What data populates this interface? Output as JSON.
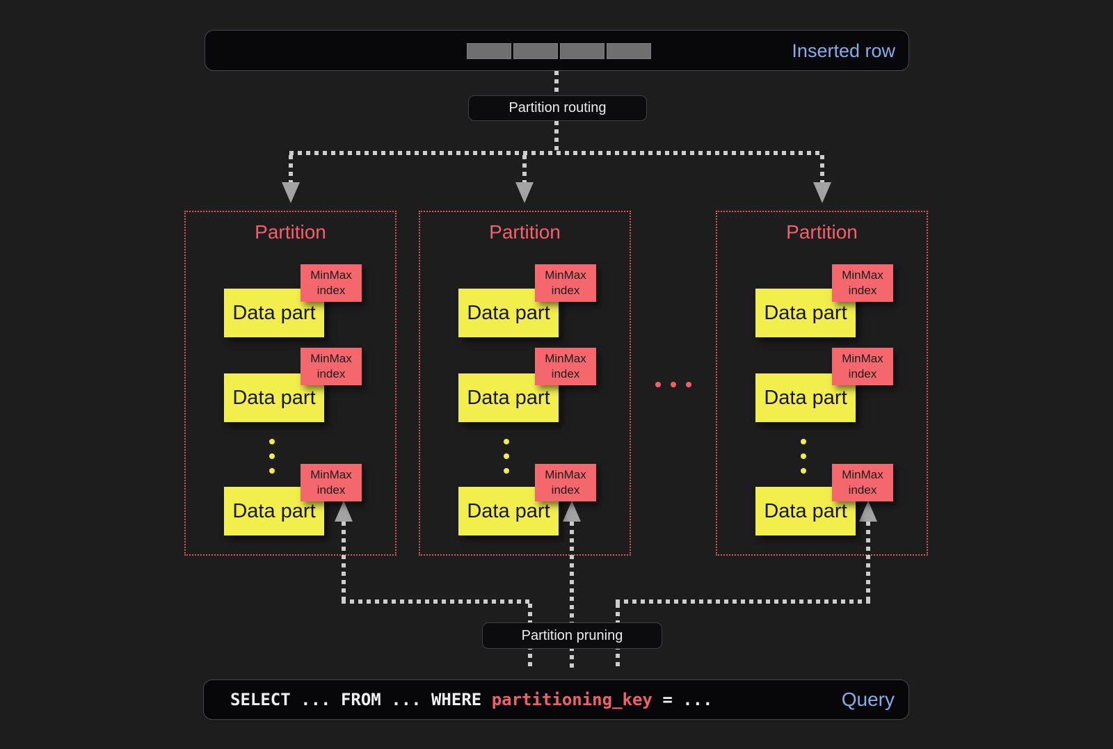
{
  "inserted_row": {
    "label": "Inserted row",
    "cell_count": 4
  },
  "routing": {
    "label": "Partition routing"
  },
  "pruning": {
    "label": "Partition pruning"
  },
  "partitions": [
    {
      "title": "Partition",
      "data_parts": [
        "Data part",
        "Data part",
        "Data part"
      ]
    },
    {
      "title": "Partition",
      "data_parts": [
        "Data part",
        "Data part",
        "Data part"
      ]
    },
    {
      "title": "Partition",
      "data_parts": [
        "Data part",
        "Data part",
        "Data part"
      ]
    }
  ],
  "minmax_index": {
    "line1": "MinMax",
    "line2": "index"
  },
  "query": {
    "select_prefix": "SELECT ... FROM ... WHERE ",
    "partitioning_key": "partitioning_key",
    "equals_suffix": " = ...",
    "label": "Query"
  },
  "colors": {
    "background": "#1d1d1e",
    "partition_red": "#f4606a",
    "partition_border_red": "#e5545e",
    "data_part_yellow": "#f2ef4d",
    "minmax_red": "#f4676c",
    "accent_blue": "#84ade9",
    "connector_gray": "#cdcdcd",
    "arrow_gray": "#a3a3a3",
    "row_cell_gray": "#6f6f6f"
  }
}
